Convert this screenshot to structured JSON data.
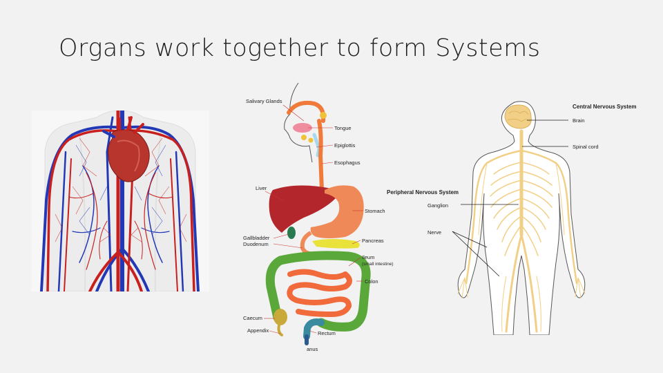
{
  "slide": {
    "title": "Organs work together to form Systems"
  },
  "digestive": {
    "labels": {
      "salivary": "Salivary Glands",
      "tongue": "Tongue",
      "epiglottis": "Epiglottis",
      "esophagus": "Esophagus",
      "liver": "Liver",
      "stomach": "Stomach",
      "gallbladder": "Gallbladder",
      "duodenum": "Duodenum",
      "pancreas": "Pancreas",
      "ileum": "Ileum",
      "ileum_sub": "(small intestine)",
      "colon": "Colon",
      "caecum": "Caecum",
      "appendix": "Appendix",
      "rectum": "Rectum",
      "anus": "anus"
    }
  },
  "nervous": {
    "labels": {
      "cns": "Central Nervous System",
      "brain": "Brain",
      "spinal": "Spinal cord",
      "pns": "Peripheral Nervous System",
      "ganglion": "Ganglion",
      "nerve": "Nerve"
    }
  },
  "colors": {
    "artery": "#c8201e",
    "vein": "#2338b4",
    "nerve": "#f2cf86",
    "liver": "#b3262b",
    "stomach": "#ef8a58",
    "small_intestine": "#f06a3c",
    "colon": "#5aa83a",
    "esophagus": "#f07a3a",
    "pancreas": "#e8e23a"
  }
}
